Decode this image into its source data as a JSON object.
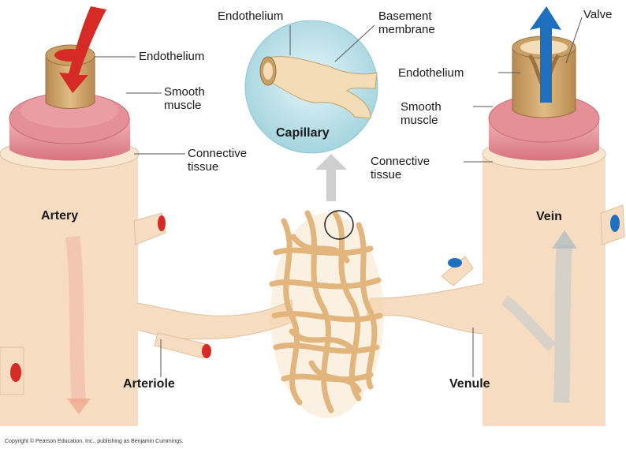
{
  "labels": {
    "endothelium_artery": "Endothelium",
    "smooth_muscle_artery": "Smooth muscle",
    "connective_tissue_artery": "Connective tissue",
    "artery": "Artery",
    "arteriole": "Arteriole",
    "capillary_endothelium": "Endothelium",
    "basement_membrane": "Basement membrane",
    "capillary": "Capillary",
    "valve": "Valve",
    "endothelium_vein": "Endothelium",
    "smooth_muscle_vein": "Smooth muscle",
    "connective_tissue_vein": "Connective tissue",
    "vein": "Vein",
    "venule": "Venule"
  },
  "copyright": "Copyright © Pearson Education, Inc., publishing as Benjamin Cummings.",
  "colors": {
    "connective_tissue": "#f6dcc0",
    "smooth_muscle": "#e58f97",
    "endothelium": "#c9a063",
    "capillary_bed": "#e2b57c",
    "arterial_blood": "#d62a26",
    "venous_blood": "#1f6fbf",
    "capillary_inset": "#bfe3ea"
  }
}
